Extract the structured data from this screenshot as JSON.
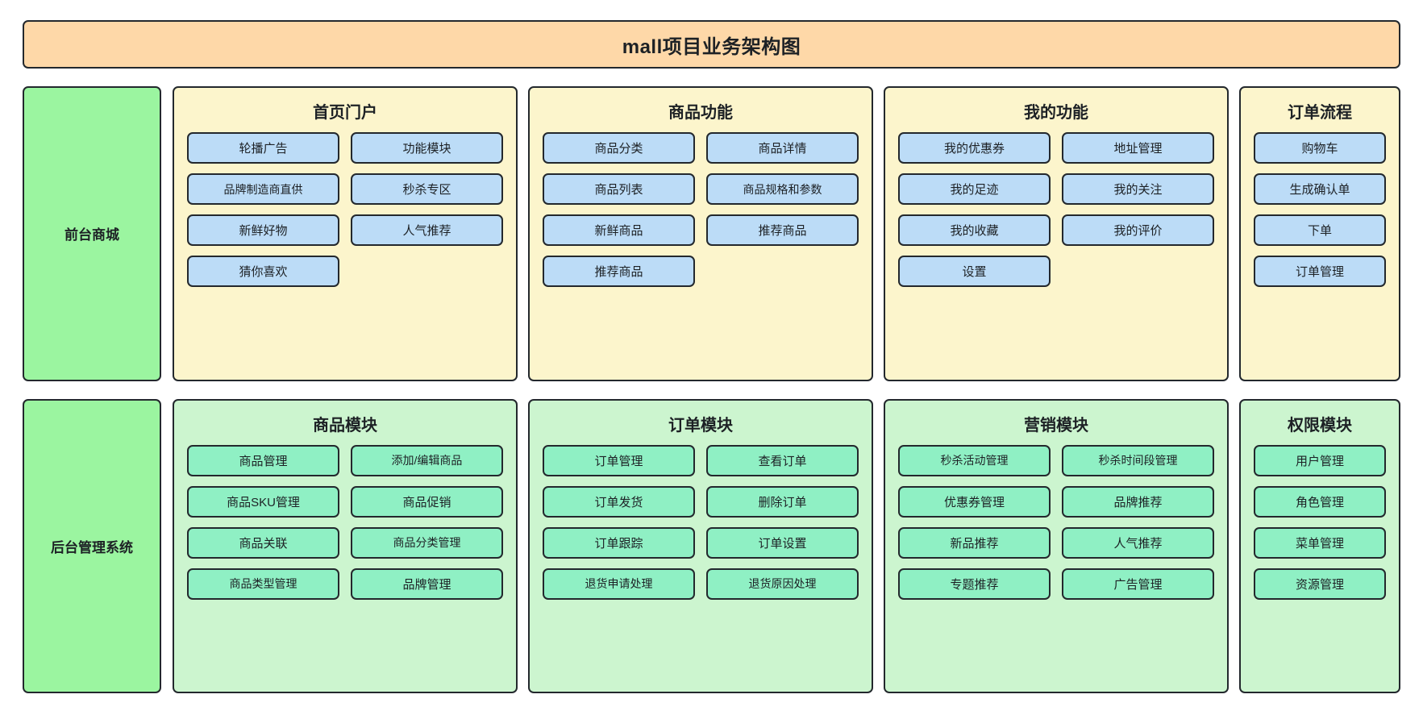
{
  "title": "mall项目业务架构图",
  "colors": {
    "banner_bg": "#fed8a8",
    "tier_label_bg": "#9bf5a0",
    "front_group_bg": "#fcf5cc",
    "front_item_bg": "#bcdcf7",
    "admin_group_bg": "#ccf5cf",
    "admin_item_bg": "#8ff0c4",
    "border": "#23282d"
  },
  "tiers": [
    {
      "label": "前台商城",
      "groups": [
        {
          "title": "首页门户",
          "columns": 2,
          "items": [
            "轮播广告",
            "功能模块",
            "品牌制造商直供",
            "秒杀专区",
            "新鲜好物",
            "人气推荐",
            "猜你喜欢"
          ]
        },
        {
          "title": "商品功能",
          "columns": 2,
          "items": [
            "商品分类",
            "商品详情",
            "商品列表",
            "商品规格和参数",
            "新鲜商品",
            "推荐商品",
            "推荐商品"
          ]
        },
        {
          "title": "我的功能",
          "columns": 2,
          "items": [
            "我的优惠券",
            "地址管理",
            "我的足迹",
            "我的关注",
            "我的收藏",
            "我的评价",
            "设置"
          ]
        },
        {
          "title": "订单流程",
          "columns": 1,
          "items": [
            "购物车",
            "生成确认单",
            "下单",
            "订单管理"
          ]
        }
      ]
    },
    {
      "label": "后台管理系统",
      "groups": [
        {
          "title": "商品模块",
          "columns": 2,
          "items": [
            "商品管理",
            "添加/编辑商品",
            "商品SKU管理",
            "商品促销",
            "商品关联",
            "商品分类管理",
            "商品类型管理",
            "品牌管理"
          ]
        },
        {
          "title": "订单模块",
          "columns": 2,
          "items": [
            "订单管理",
            "查看订单",
            "订单发货",
            "删除订单",
            "订单跟踪",
            "订单设置",
            "退货申请处理",
            "退货原因处理"
          ]
        },
        {
          "title": "营销模块",
          "columns": 2,
          "items": [
            "秒杀活动管理",
            "秒杀时间段管理",
            "优惠券管理",
            "品牌推荐",
            "新品推荐",
            "人气推荐",
            "专题推荐",
            "广告管理"
          ]
        },
        {
          "title": "权限模块",
          "columns": 1,
          "items": [
            "用户管理",
            "角色管理",
            "菜单管理",
            "资源管理"
          ]
        }
      ]
    }
  ]
}
